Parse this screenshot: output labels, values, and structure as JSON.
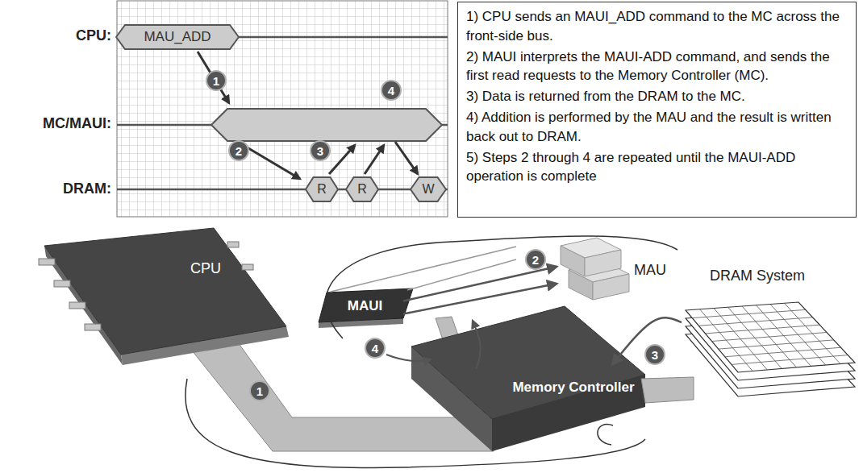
{
  "diagram": {
    "nodes": [
      {
        "text": [
          "MAU_ADD"
        ]
      },
      {
        "text": [
          "R"
        ]
      },
      {
        "text": [
          "R"
        ]
      },
      {
        "text": [
          "W"
        ]
      },
      {
        "text": [
          "1) CPU sends an MAUI_ADD command to the MC across the front-side bus.",
          "2) MAUI interprets the MAUI-ADD command, and sends the first read requests to the Memory Controller (MC).",
          "3) Data is returned from the DRAM to the MC.",
          "4) Addition is performed by the MAU and the result is written back out to DRAM.",
          "5) Steps 2 through 4 are repeated until the MAUI-ADD operation is complete"
        ]
      },
      {
        "text": [
          "CPU"
        ]
      },
      {
        "text": [
          "MAUI"
        ]
      },
      {
        "text": [
          "MAU"
        ]
      },
      {
        "text": [
          "Memory Controller"
        ]
      },
      {
        "text": [
          "DRAM System"
        ]
      }
    ],
    "edges": [
      {
        "from": 6,
        "to": 7,
        "arrow": "to"
      },
      {
        "from": 6,
        "to": 7,
        "arrow": "to"
      },
      {
        "from": 9,
        "to": 8,
        "arrow": "to"
      }
    ],
    "labels": [
      "CPU:",
      "MC/MAUI:",
      "DRAM:",
      "1",
      "2",
      "3",
      "4",
      "2",
      "4",
      "3",
      "1"
    ]
  }
}
